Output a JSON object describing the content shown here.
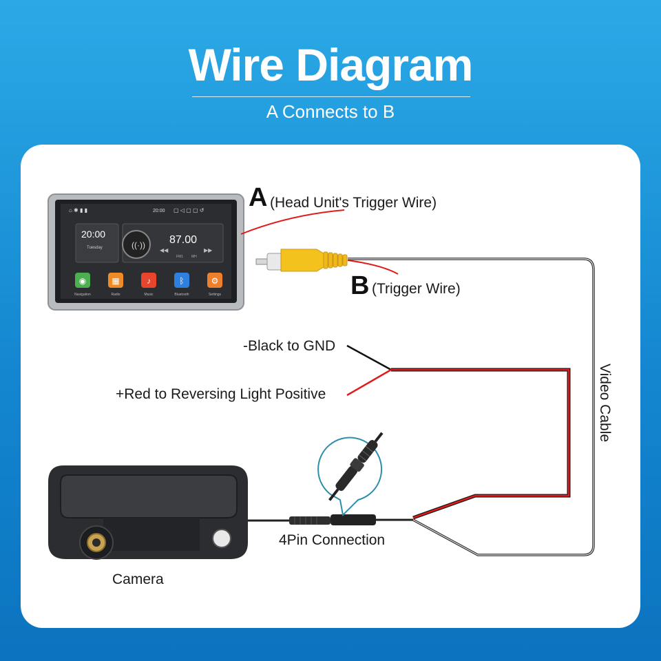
{
  "header": {
    "title": "Wire Diagram",
    "subtitle": "A Connects to B"
  },
  "labels": {
    "a_letter": "A",
    "a_text": "(Head Unit's Trigger Wire)",
    "b_letter": "B",
    "b_text": "(Trigger Wire)",
    "black_gnd": "-Black to GND",
    "red_positive": "+Red to Reversing Light Positive",
    "video_cable": "Video Cable",
    "four_pin": "4Pin Connection",
    "camera": "Camera"
  },
  "head_unit": {
    "clock": "20:00",
    "day": "Tuesday",
    "radio_freq": "87.00",
    "radio_bands": [
      "FM1",
      "MH"
    ],
    "status_time": "20:00",
    "apps": [
      {
        "label": "Navigation",
        "color": "#4caf50",
        "icon": "map-pin-icon"
      },
      {
        "label": "Radio",
        "color": "#f08a24",
        "icon": "radio-icon"
      },
      {
        "label": "Music",
        "color": "#e8452c",
        "icon": "music-note-icon"
      },
      {
        "label": "Bluetooth",
        "color": "#2f7fe0",
        "icon": "bluetooth-icon"
      },
      {
        "label": "Settings",
        "color": "#f07f2a",
        "icon": "gear-icon"
      }
    ]
  },
  "colors": {
    "background_top": "#2ba9e6",
    "background_bottom": "#0b73bf",
    "red_wire": "#e01b1b",
    "black_wire": "#1a1a1a",
    "rca_yellow": "#f4c21d"
  }
}
